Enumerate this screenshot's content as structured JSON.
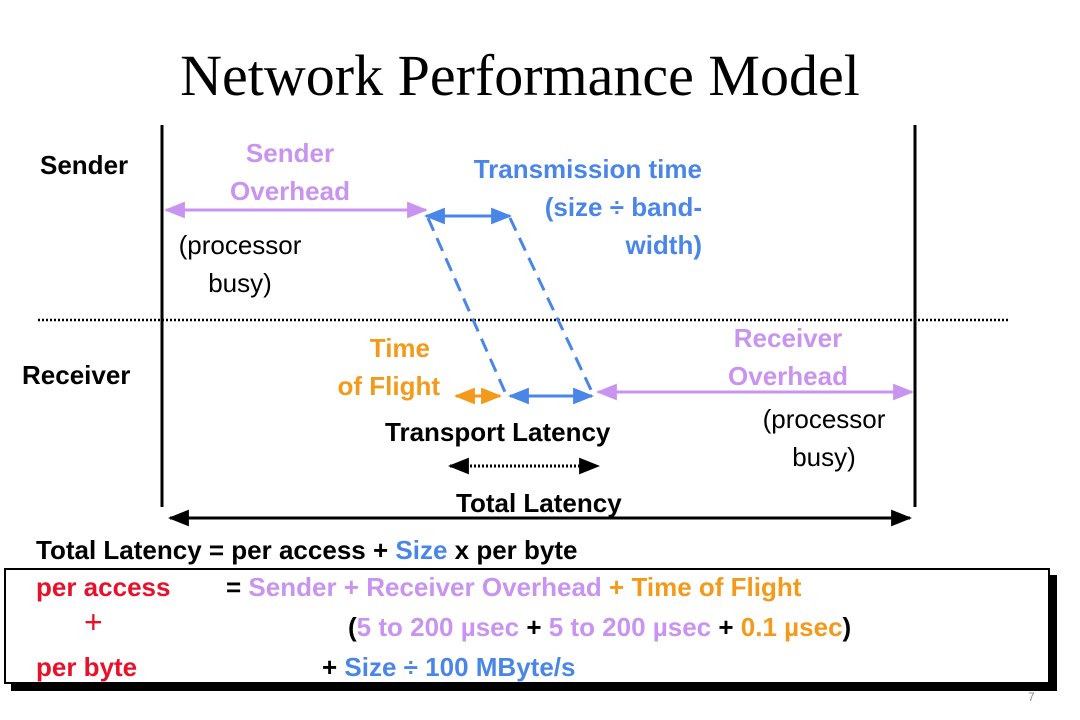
{
  "title": "Network Performance Model",
  "labels": {
    "sender": "Sender",
    "receiver": "Receiver",
    "sender_overhead_1": "Sender",
    "sender_overhead_2": "Overhead",
    "proc_busy_1a": "(processor",
    "proc_busy_1b": "busy)",
    "transmission_1": "Transmission time",
    "transmission_2": "(size ÷ band-",
    "transmission_3": "width)",
    "time_flight_1": "Time",
    "time_flight_2": "of Flight",
    "receiver_overhead_1": "Receiver",
    "receiver_overhead_2": "Overhead",
    "proc_busy_2a": "(processor",
    "proc_busy_2b": "busy)",
    "transport_latency": "Transport Latency",
    "total_latency": "Total Latency"
  },
  "formula": {
    "line1_a": "Total Latency = per access + ",
    "line1_b": "Size",
    "line1_c": " x per byte",
    "line2_a": "per access",
    "line2_b": "= ",
    "line2_c": "Sender + ",
    "line2_d": "Receiver Overhead",
    "line2_e": " + ",
    "line2_f": "Time of Flight",
    "plus": "+",
    "line3_paren_open": "(",
    "line3_a": "5 to 200 µsec",
    "line3_b": " + ",
    "line3_c": "5 to 200 µsec",
    "line3_d": " + ",
    "line3_e": "0.1 µsec",
    "line3_paren_close": ")",
    "line4_a": "per byte",
    "line4_b": "+ ",
    "line4_c": "Size ÷ 100 MByte/s"
  },
  "colors": {
    "violet": "#c994f0",
    "blue": "#4a86e8",
    "orange": "#f39a1a",
    "red": "#e8102a",
    "black": "#000000"
  },
  "slide_mark": "7"
}
